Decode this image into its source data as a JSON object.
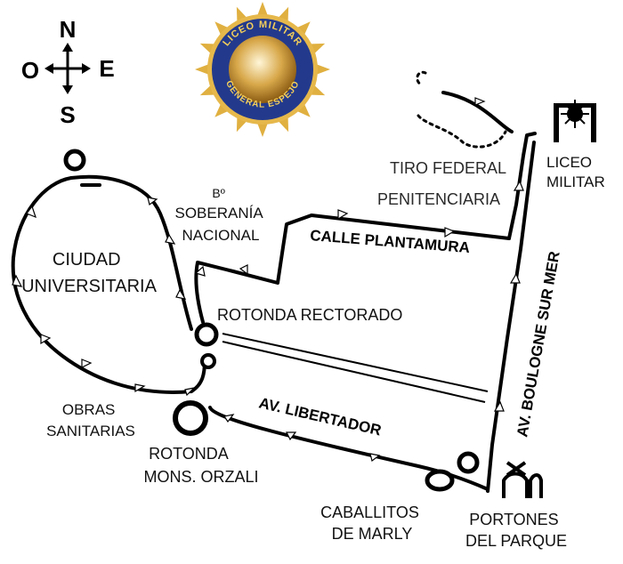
{
  "compass": {
    "north": "N",
    "south": "S",
    "east": "E",
    "west": "O"
  },
  "logo": {
    "top_text": "LICEO MILITAR",
    "bottom_text": "GENERAL ESPEJO"
  },
  "places": {
    "ciudad_universitaria": [
      "CIUDAD",
      "UNIVERSITARIA"
    ],
    "obras_sanitarias": [
      "OBRAS",
      "SANITARIAS"
    ],
    "soberania": [
      "Bº",
      "SOBERANÍA",
      "NACIONAL"
    ],
    "rotonda_rectorado": "ROTONDA RECTORADO",
    "rotonda_orzali": [
      "ROTONDA",
      "MONS. ORZALI"
    ],
    "tiro_federal": "TIRO FEDERAL",
    "penitenciaria": "PENITENCIARIA",
    "liceo_militar": [
      "LICEO",
      "MILITAR"
    ],
    "caballitos": [
      "CABALLITOS",
      "DE MARLY"
    ],
    "portones": [
      "PORTONES",
      "DEL PARQUE"
    ]
  },
  "streets": {
    "plantamura": "CALLE PLANTAMURA",
    "libertador": "AV. LIBERTADOR",
    "boulogne": "AV. BOULOGNE SUR MER"
  },
  "colors": {
    "logo_gold": "#e0b040",
    "logo_blue": "#233a8c",
    "ink": "#000000"
  }
}
